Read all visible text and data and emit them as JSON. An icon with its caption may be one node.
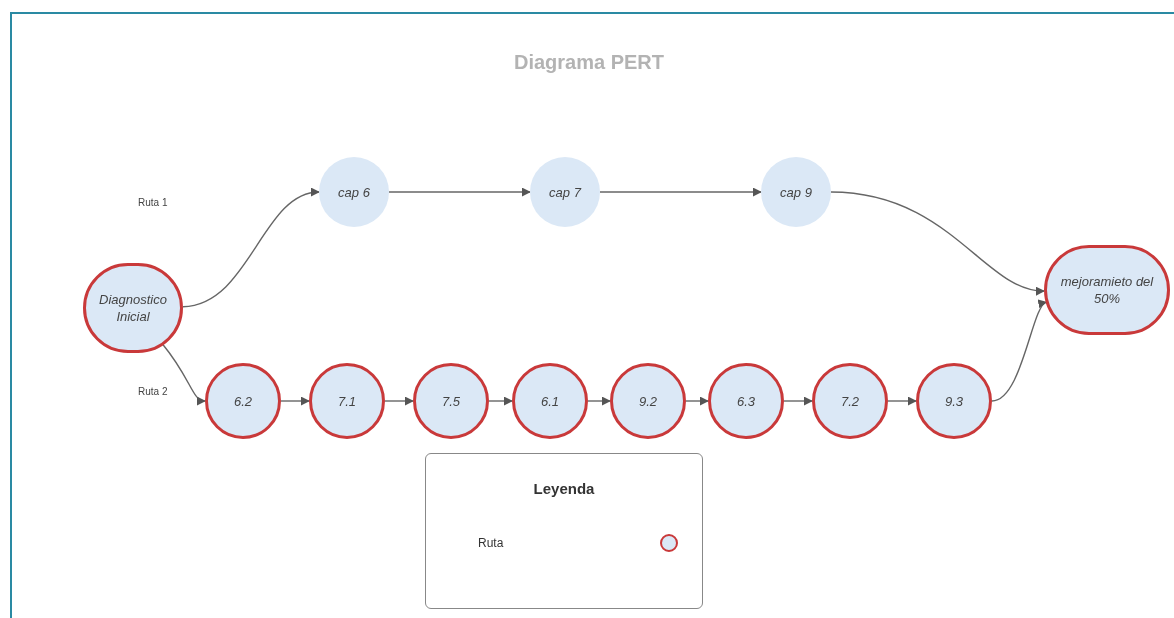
{
  "diagram": {
    "title": "Diagrama PERT",
    "nodes": [
      {
        "text": [
          "Diagnostico Inicial"
        ]
      },
      {
        "text": [
          "cap 6"
        ]
      },
      {
        "text": [
          "cap 7"
        ]
      },
      {
        "text": [
          "cap 9"
        ]
      },
      {
        "text": [
          "mejoramieto del 50%"
        ]
      },
      {
        "text": [
          "6.2"
        ]
      },
      {
        "text": [
          "7.1"
        ]
      },
      {
        "text": [
          "7.5"
        ]
      },
      {
        "text": [
          "6.1"
        ]
      },
      {
        "text": [
          "9.2"
        ]
      },
      {
        "text": [
          "6.3"
        ]
      },
      {
        "text": [
          "7.2"
        ]
      },
      {
        "text": [
          "9.3"
        ]
      }
    ],
    "edges": [
      {
        "from": 0,
        "to": 1,
        "arrow": "to"
      },
      {
        "from": 1,
        "to": 2,
        "arrow": "to"
      },
      {
        "from": 2,
        "to": 3,
        "arrow": "to"
      },
      {
        "from": 3,
        "to": 4,
        "arrow": "to"
      },
      {
        "from": 0,
        "to": 5,
        "arrow": "to"
      },
      {
        "from": 5,
        "to": 6,
        "arrow": "to"
      },
      {
        "from": 6,
        "to": 7,
        "arrow": "to"
      },
      {
        "from": 7,
        "to": 8,
        "arrow": "to"
      },
      {
        "from": 8,
        "to": 9,
        "arrow": "to"
      },
      {
        "from": 9,
        "to": 10,
        "arrow": "to"
      },
      {
        "from": 10,
        "to": 11,
        "arrow": "to"
      },
      {
        "from": 11,
        "to": 12,
        "arrow": "to"
      },
      {
        "from": 12,
        "to": 4,
        "arrow": "to"
      }
    ],
    "labels": [
      "Ruta 1",
      "Ruta 2",
      "Leyenda"
    ],
    "legend": [
      {
        "text": "Ruta"
      }
    ]
  }
}
